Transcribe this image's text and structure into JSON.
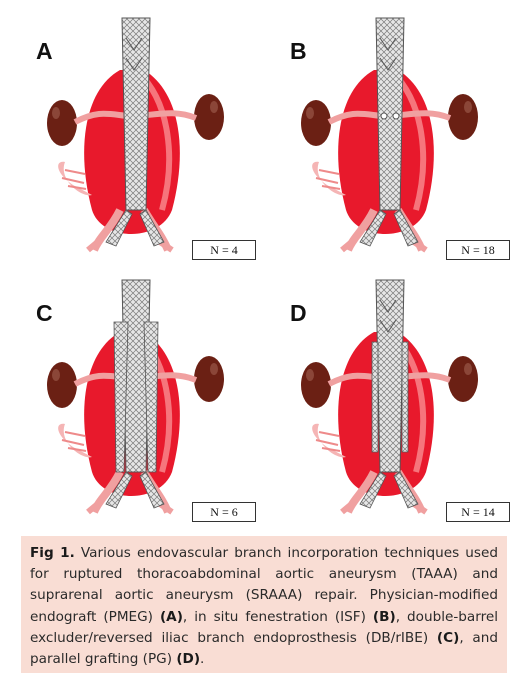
{
  "figure": {
    "panels": [
      {
        "letter": "A",
        "n_label": "N = 4"
      },
      {
        "letter": "B",
        "n_label": "N = 18"
      },
      {
        "letter": "C",
        "n_label": "N = 6"
      },
      {
        "letter": "D",
        "n_label": "N = 14"
      }
    ]
  },
  "caption": {
    "fig_label": "Fig 1.",
    "text_1": " Various endovascular branch incorporation techniques used for ruptured thoracoabdominal aortic aneurysm (TAAA) and suprarenal aortic aneurysm (SRAAA) repair. Physician-modified endograft (PMEG) ",
    "ref_a": "(A)",
    "text_2": ", in situ fenestration (ISF) ",
    "ref_b": "(B)",
    "text_3": ", double-barrel excluder/reversed iliac branch endoprosthesis (DB/rIBE) ",
    "ref_c": "(C)",
    "text_4": ", and parallel grafting (PG) ",
    "ref_d": "(D)",
    "text_5": "."
  },
  "colors": {
    "aneurysm": "#e8192c",
    "kidney": "#6b2014",
    "vessel": "#f0a0a0",
    "caption_bg": "#f9ddd4"
  }
}
